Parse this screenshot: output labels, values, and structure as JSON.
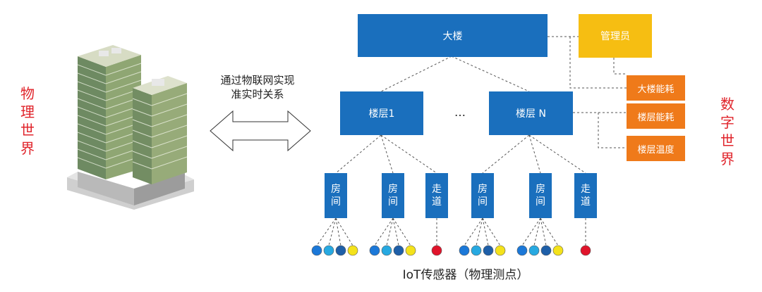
{
  "left_label": [
    "物",
    "理",
    "世",
    "界"
  ],
  "right_label": [
    "数",
    "字",
    "世",
    "界"
  ],
  "arrow_caption": [
    "通过物联网实现",
    "准实时关系"
  ],
  "building_top": "大楼",
  "manager": "管理员",
  "floor1": "楼层1",
  "floorN": "楼层 N",
  "ellipsis": "…",
  "metrics": [
    "大楼能耗",
    "楼层能耗",
    "楼层温度"
  ],
  "rooms": [
    {
      "chars": [
        "房",
        "间"
      ]
    },
    {
      "chars": [
        "房",
        "间"
      ]
    },
    {
      "chars": [
        "走",
        "道"
      ]
    },
    {
      "chars": [
        "房",
        "间"
      ]
    },
    {
      "chars": [
        "房",
        "间"
      ]
    },
    {
      "chars": [
        "走",
        "道"
      ]
    }
  ],
  "sensor_groups": [
    [
      "#1b78d8",
      "#27a9e1",
      "#1e5fa8",
      "#f4e21b"
    ],
    [
      "#1b78d8",
      "#27a9e1",
      "#1e5fa8",
      "#f4e21b"
    ],
    [
      "#e0142b"
    ],
    [
      "#1b78d8",
      "#27a9e1",
      "#1e5fa8",
      "#f4e21b"
    ],
    [
      "#1b78d8",
      "#27a9e1",
      "#1e5fa8",
      "#f4e21b"
    ],
    [
      "#e0142b"
    ]
  ],
  "sensors_caption": "IoT传感器（物理测点）"
}
